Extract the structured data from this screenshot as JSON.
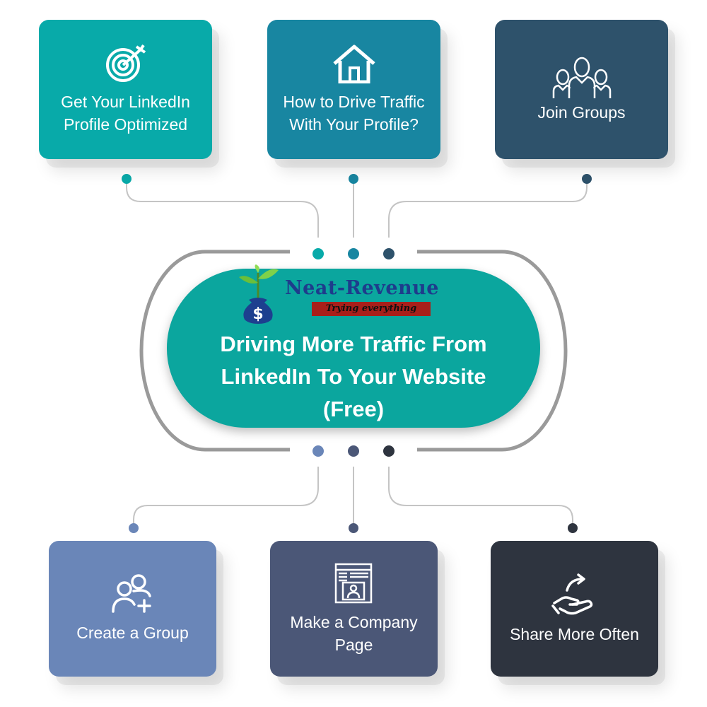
{
  "center": {
    "title": "Driving More Traffic From\nLinkedIn To Your Website\n(Free)",
    "logo": {
      "name": "Neat-Revenue",
      "tagline": "Trying everything"
    }
  },
  "top_items": [
    {
      "label": "Get Your LinkedIn\nProfile Optimized",
      "icon": "target-icon",
      "color": "#08aaa9"
    },
    {
      "label": "How to Drive Traffic\nWith Your Profile?",
      "icon": "home-icon",
      "color": "#1886a1"
    },
    {
      "label": "Join Groups",
      "icon": "group-people-icon",
      "color": "#2e526b"
    }
  ],
  "bottom_items": [
    {
      "label": "Create a Group",
      "icon": "add-user-icon",
      "color": "#6a86b8"
    },
    {
      "label": "Make a Company\nPage",
      "icon": "company-page-icon",
      "color": "#4b5777"
    },
    {
      "label": "Share More Often",
      "icon": "share-hand-icon",
      "color": "#2e343f"
    }
  ],
  "colors": {
    "connector": "#bfbfbf",
    "ring": "#9a9a9a",
    "center": "#0ba69e"
  }
}
